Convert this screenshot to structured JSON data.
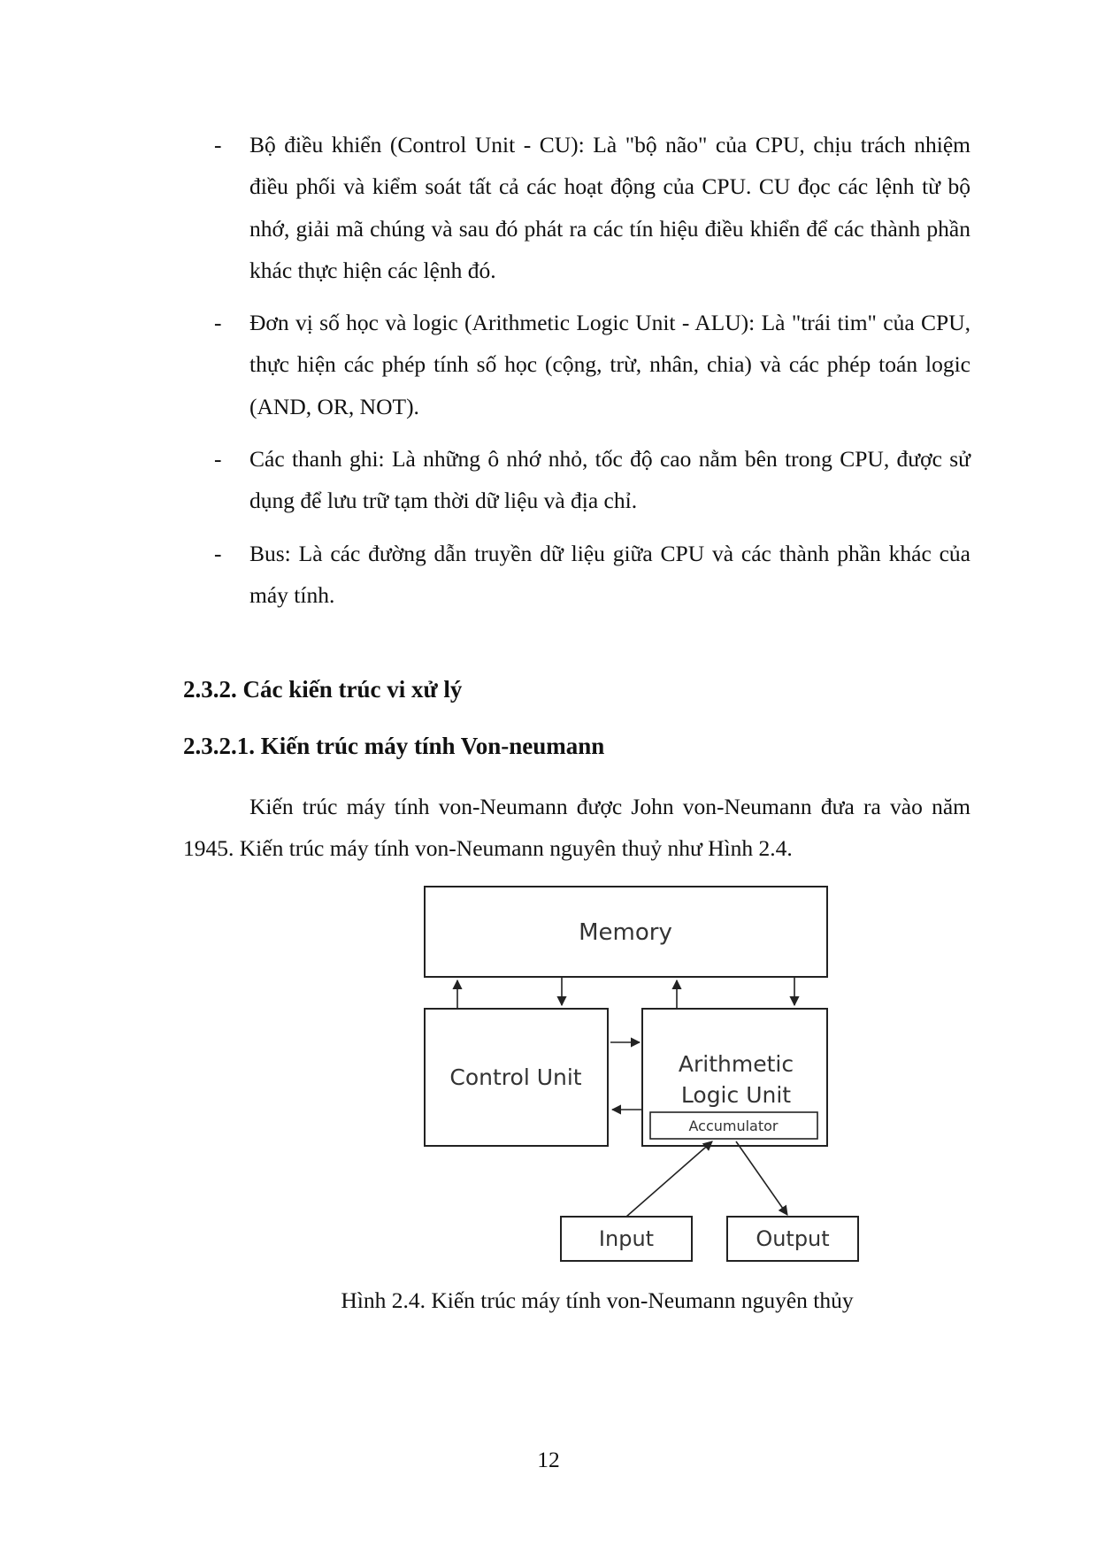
{
  "bullets": [
    {
      "dash": "-",
      "text": "Bộ điều khiển (Control Unit - CU): Là \"bộ não\" của CPU, chịu trách nhiệm điều phối và kiểm soát tất cả các hoạt động của CPU. CU đọc các lệnh từ bộ nhớ, giải mã chúng và sau đó phát ra các tín hiệu điều khiển để các thành phần khác thực hiện các lệnh đó."
    },
    {
      "dash": "-",
      "text": "Đơn vị số học và logic (Arithmetic Logic Unit - ALU): Là \"trái tim\" của CPU, thực hiện các phép tính số học (cộng, trừ, nhân, chia) và các phép toán logic (AND, OR, NOT)."
    },
    {
      "dash": "-",
      "text": "Các thanh ghi: Là những ô nhớ nhỏ, tốc độ cao nằm bên trong CPU, được sử dụng để lưu trữ tạm thời dữ liệu và địa chỉ."
    },
    {
      "dash": "-",
      "text": "Bus: Là các đường dẫn truyền dữ liệu giữa CPU và các thành phần khác của máy tính."
    }
  ],
  "section_heading": "2.3.2. Các kiến trúc vi xử lý",
  "subsection_heading": "2.3.2.1. Kiến trúc máy tính Von-neumann",
  "paragraph": "Kiến trúc máy tính von-Neumann được John von-Neumann đưa ra vào năm 1945. Kiến trúc máy tính von-Neumann nguyên thuỷ như Hình 2.4.",
  "diagram": {
    "memory_label": "Memory",
    "control_unit_label": "Control Unit",
    "alu_label_line1": "Arithmetic",
    "alu_label_line2": "Logic Unit",
    "accumulator_label": "Accumulator",
    "input_label": "Input",
    "output_label": "Output"
  },
  "caption": "Hình 2.4. Kiến trúc máy tính von-Neumann nguyên thủy",
  "page_number": "12"
}
